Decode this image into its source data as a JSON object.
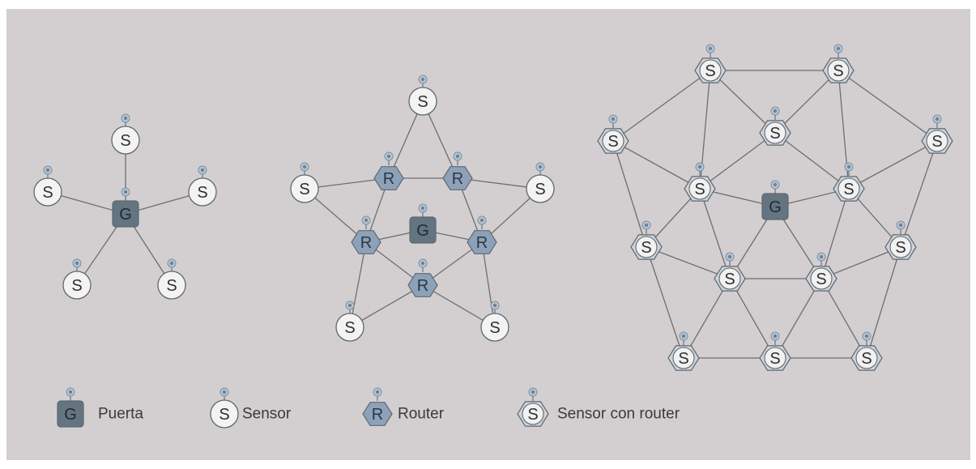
{
  "colors": {
    "background": "#d3cfd1",
    "gateway_fill": "#647480",
    "router_fill": "#8da2b8",
    "sensor_fill": "#f3f3f3",
    "sensor_router_fill": "#f1f1f1",
    "outline": "#5e6770",
    "link": "#6e6e6e"
  },
  "labels": {
    "G": "G",
    "S": "S",
    "R": "R"
  },
  "legend": {
    "gateway": "Puerta",
    "sensor": "Sensor",
    "router": "Router",
    "sensor_router": "Sensor con router"
  },
  "networks": {
    "star": {
      "nodes": [
        {
          "id": "g",
          "type": "gateway"
        },
        {
          "id": "s1",
          "type": "sensor"
        },
        {
          "id": "s2",
          "type": "sensor"
        },
        {
          "id": "s3",
          "type": "sensor"
        },
        {
          "id": "s4",
          "type": "sensor"
        },
        {
          "id": "s5",
          "type": "sensor"
        }
      ],
      "edges": [
        [
          "g",
          "s1"
        ],
        [
          "g",
          "s2"
        ],
        [
          "g",
          "s3"
        ],
        [
          "g",
          "s4"
        ],
        [
          "g",
          "s5"
        ]
      ]
    },
    "cluster_tree": {
      "nodes": [
        {
          "id": "g",
          "type": "gateway"
        },
        {
          "id": "r1",
          "type": "router"
        },
        {
          "id": "r2",
          "type": "router"
        },
        {
          "id": "r3",
          "type": "router"
        },
        {
          "id": "r4",
          "type": "router"
        },
        {
          "id": "r5",
          "type": "router"
        },
        {
          "id": "s1",
          "type": "sensor"
        },
        {
          "id": "s2",
          "type": "sensor"
        },
        {
          "id": "s3",
          "type": "sensor"
        },
        {
          "id": "s4",
          "type": "sensor"
        },
        {
          "id": "s5",
          "type": "sensor"
        }
      ],
      "edges": [
        [
          "s1",
          "r1"
        ],
        [
          "s1",
          "r2"
        ],
        [
          "r1",
          "r2"
        ],
        [
          "s2",
          "r1"
        ],
        [
          "s2",
          "r3"
        ],
        [
          "s3",
          "r2"
        ],
        [
          "s3",
          "r4"
        ],
        [
          "r1",
          "r3"
        ],
        [
          "r2",
          "r4"
        ],
        [
          "r3",
          "g"
        ],
        [
          "r4",
          "g"
        ],
        [
          "r3",
          "r5"
        ],
        [
          "r4",
          "r5"
        ],
        [
          "r3",
          "s4"
        ],
        [
          "r5",
          "s4"
        ],
        [
          "r4",
          "s5"
        ],
        [
          "r5",
          "s5"
        ]
      ]
    },
    "mesh": {
      "nodes": [
        {
          "id": "a1",
          "type": "sensor_router"
        },
        {
          "id": "a2",
          "type": "sensor_router"
        },
        {
          "id": "b1",
          "type": "sensor_router"
        },
        {
          "id": "b2",
          "type": "sensor_router"
        },
        {
          "id": "b3",
          "type": "sensor_router"
        },
        {
          "id": "c1",
          "type": "sensor_router"
        },
        {
          "id": "c2",
          "type": "sensor_router"
        },
        {
          "id": "g",
          "type": "gateway"
        },
        {
          "id": "d1",
          "type": "sensor_router"
        },
        {
          "id": "d2",
          "type": "sensor_router"
        },
        {
          "id": "e1",
          "type": "sensor_router"
        },
        {
          "id": "e2",
          "type": "sensor_router"
        },
        {
          "id": "f1",
          "type": "sensor_router"
        },
        {
          "id": "f2",
          "type": "sensor_router"
        },
        {
          "id": "f3",
          "type": "sensor_router"
        }
      ],
      "edges": [
        [
          "a1",
          "a2"
        ],
        [
          "a1",
          "b1"
        ],
        [
          "a1",
          "b2"
        ],
        [
          "a1",
          "c1"
        ],
        [
          "a2",
          "b2"
        ],
        [
          "a2",
          "b3"
        ],
        [
          "a2",
          "c2"
        ],
        [
          "b2",
          "c1"
        ],
        [
          "b2",
          "c2"
        ],
        [
          "b1",
          "c1"
        ],
        [
          "b1",
          "d1"
        ],
        [
          "b3",
          "c2"
        ],
        [
          "b3",
          "d2"
        ],
        [
          "c1",
          "g"
        ],
        [
          "c2",
          "g"
        ],
        [
          "c1",
          "d1"
        ],
        [
          "c1",
          "e1"
        ],
        [
          "c2",
          "d2"
        ],
        [
          "c2",
          "e2"
        ],
        [
          "g",
          "e1"
        ],
        [
          "g",
          "e2"
        ],
        [
          "d1",
          "e1"
        ],
        [
          "e1",
          "e2"
        ],
        [
          "e2",
          "d2"
        ],
        [
          "d1",
          "f1"
        ],
        [
          "d2",
          "f3"
        ],
        [
          "e1",
          "f1"
        ],
        [
          "e1",
          "f2"
        ],
        [
          "e2",
          "f2"
        ],
        [
          "e2",
          "f3"
        ],
        [
          "f1",
          "f2"
        ],
        [
          "f2",
          "f3"
        ]
      ]
    }
  }
}
